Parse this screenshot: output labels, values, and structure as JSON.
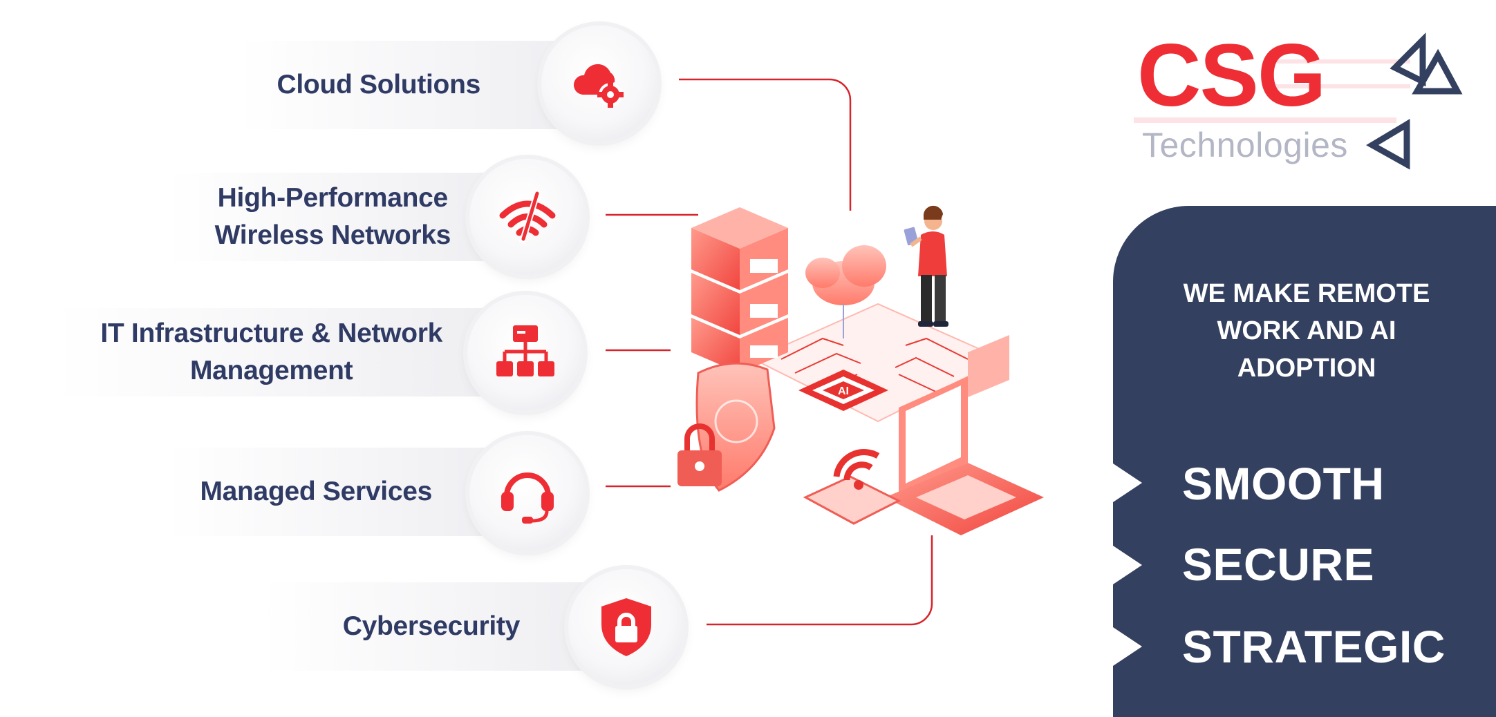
{
  "services": [
    {
      "label": "Cloud Solutions",
      "icon": "cloud-gear-icon"
    },
    {
      "label": "High-Performance Wireless Networks",
      "icon": "wifi-slash-icon"
    },
    {
      "label": "IT Infrastructure & Network Management",
      "icon": "network-hierarchy-icon"
    },
    {
      "label": "Managed Services",
      "icon": "headset-icon"
    },
    {
      "label": "Cybersecurity",
      "icon": "shield-lock-icon"
    }
  ],
  "service_lines": {
    "line1": "High-Performance",
    "line2": "Wireless Networks",
    "line3": "IT Infrastructure & Network",
    "line4": "Management"
  },
  "logo": {
    "brand": "CSG",
    "subtitle": "Technologies"
  },
  "panel": {
    "tagline_lines": [
      "WE MAKE REMOTE",
      "WORK AND AI",
      "ADOPTION"
    ],
    "words": [
      "SMOOTH",
      "SECURE",
      "STRATEGIC"
    ]
  },
  "colors": {
    "accent_red": "#ee2e34",
    "navy": "#33405f",
    "text_navy": "#2f3b64",
    "logo_grey": "#b3b6c4"
  }
}
